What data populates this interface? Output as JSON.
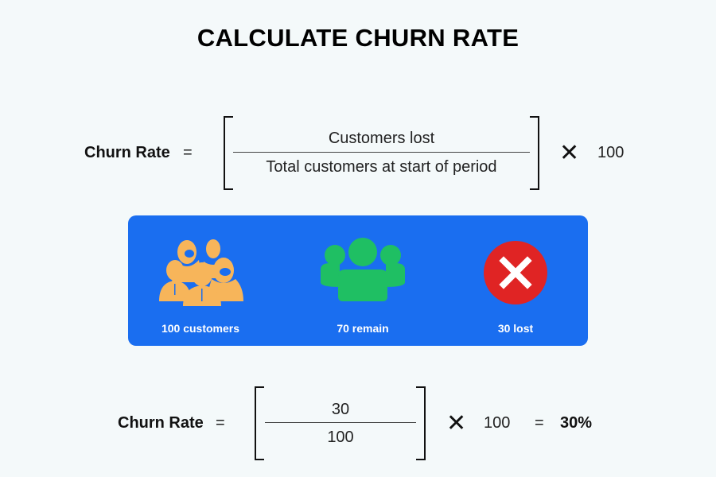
{
  "title": "CALCULATE CHURN RATE",
  "formula": {
    "label": "Churn Rate",
    "equals": "=",
    "numerator": "Customers lost",
    "denominator": "Total customers at start of period",
    "times": "✕",
    "multiplier": "100"
  },
  "panel": {
    "background": "#1a6ef0",
    "items": [
      {
        "icon": "customers-group-icon",
        "label": "100 customers",
        "color": "#f7b55a"
      },
      {
        "icon": "remaining-users-icon",
        "label": "70 remain",
        "color": "#1fbf63"
      },
      {
        "icon": "lost-x-circle-icon",
        "label": "30 lost",
        "color": "#e02424"
      }
    ]
  },
  "example": {
    "label": "Churn Rate",
    "equals": "=",
    "numerator": "30",
    "denominator": "100",
    "times": "✕",
    "multiplier": "100",
    "result_equals": "=",
    "result": "30%"
  }
}
